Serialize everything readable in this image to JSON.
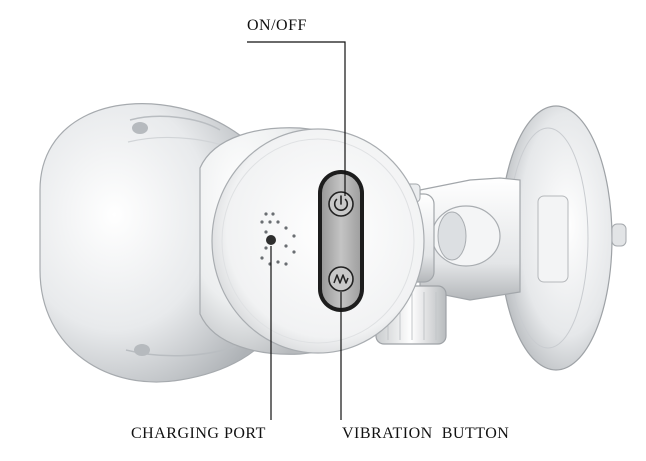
{
  "labels": {
    "on_off": "ON/OFF",
    "charging_port": "CHARGING PORT",
    "vibration_button": "VIBRATION  BUTTON"
  },
  "colors": {
    "background": "#ffffff",
    "body_white": "#eceeef",
    "shadow_grey": "#b9bcbf",
    "control_panel": "#b5b5b5",
    "callout_line": "#111111"
  },
  "icons": {
    "power": "power-icon",
    "vibration": "wave-icon"
  }
}
